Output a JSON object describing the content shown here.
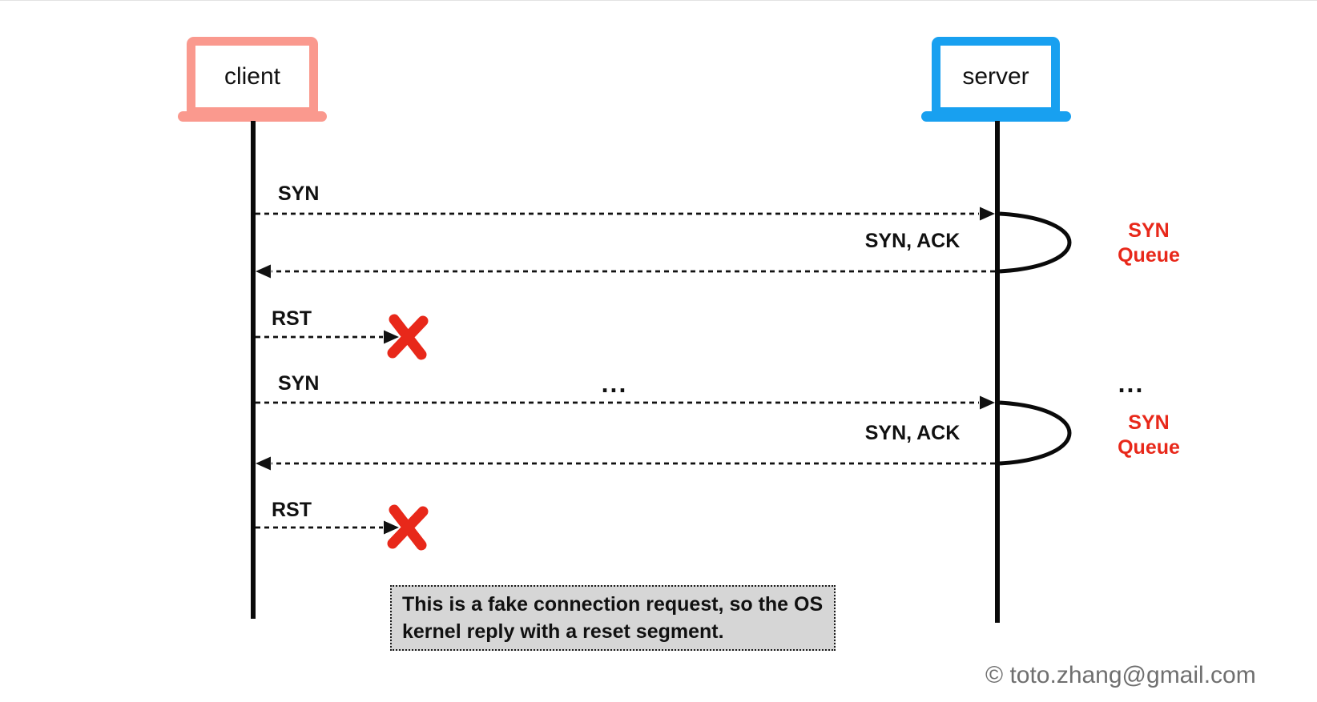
{
  "actors": [
    {
      "id": "client",
      "label": "client",
      "accent_color": "#FA998E"
    },
    {
      "id": "server",
      "label": "server",
      "accent_color": "#18A0F0"
    }
  ],
  "messages": [
    {
      "label": "SYN",
      "from": "client",
      "to": "server"
    },
    {
      "label": "SYN, ACK",
      "from": "server",
      "to": "client"
    },
    {
      "label": "RST",
      "from": "client",
      "to": "dropped"
    },
    {
      "label": "SYN",
      "from": "client",
      "to": "server"
    },
    {
      "label": "SYN, ACK",
      "from": "server",
      "to": "client"
    },
    {
      "label": "RST",
      "from": "client",
      "to": "dropped"
    }
  ],
  "queue_labels": [
    {
      "line1": "SYN",
      "line2": "Queue",
      "color": "#E8281A"
    },
    {
      "line1": "SYN",
      "line2": "Queue",
      "color": "#E8281A"
    }
  ],
  "annotations": {
    "mid_ellipsis": "...",
    "right_ellipsis": "..."
  },
  "note": {
    "lines": [
      "This is a fake connection request, so the OS",
      "kernel reply with a reset segment."
    ]
  },
  "footer": {
    "copyright": "© toto.zhang@gmail.com"
  },
  "colors": {
    "message_line": "#111111",
    "rejected_x": "#E8281A",
    "queue_label_red": "#E8281A",
    "client_accent": "#FA998E",
    "server_accent": "#18A0F0",
    "note_background": "#D6D6D6",
    "copyright_text": "#6F6F6F"
  }
}
